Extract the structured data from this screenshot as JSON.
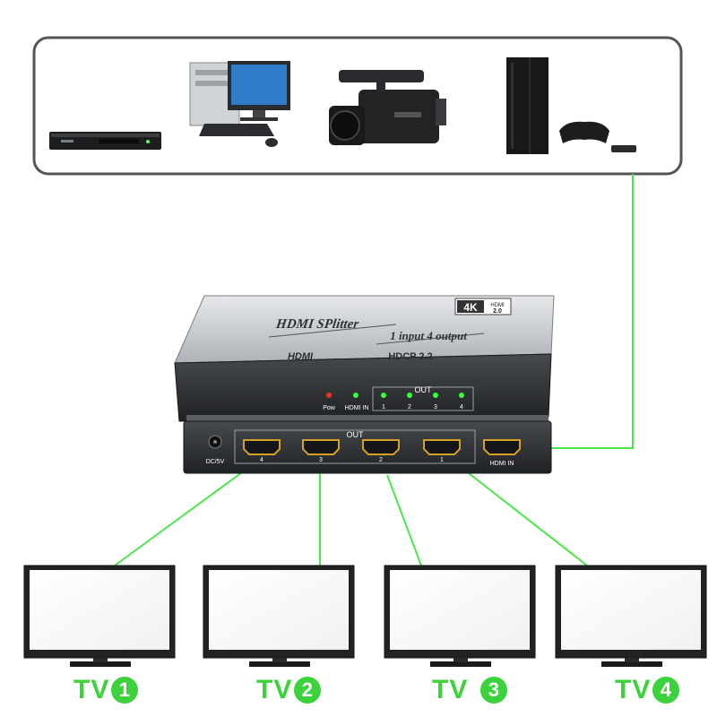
{
  "colors": {
    "link_green": "#4be64b",
    "label_green": "#3cd23c",
    "device_silver": "#c8cbcf",
    "device_dark": "#2e3033"
  },
  "sources": [
    {
      "name": "dvd-player-icon"
    },
    {
      "name": "desktop-computer-icon"
    },
    {
      "name": "video-camera-icon"
    },
    {
      "name": "game-console-icon"
    }
  ],
  "splitter": {
    "title": "HDMI SPlitter",
    "subtitle": "1 input 4 output",
    "badge_4k": "4K",
    "badge_hdmi": "HDMI",
    "badge_version": "2.0",
    "brand": "HDMI",
    "hdcp": "HDCP 2.2",
    "led_pow": "Pow",
    "led_hdmi_in": "HDMI IN",
    "out_label": "OUT",
    "led_numbers": [
      "1",
      "2",
      "3",
      "4"
    ],
    "rear_out_label": "OUT",
    "port_numbers": [
      "4",
      "3",
      "2",
      "1"
    ],
    "dc_label": "DC/5V",
    "hdmi_in_label": "HDMI IN"
  },
  "tvs": [
    {
      "label": "TV",
      "number": "1"
    },
    {
      "label": "TV",
      "number": "2"
    },
    {
      "label": "TV",
      "number": "3"
    },
    {
      "label": "TV",
      "number": "4"
    }
  ]
}
